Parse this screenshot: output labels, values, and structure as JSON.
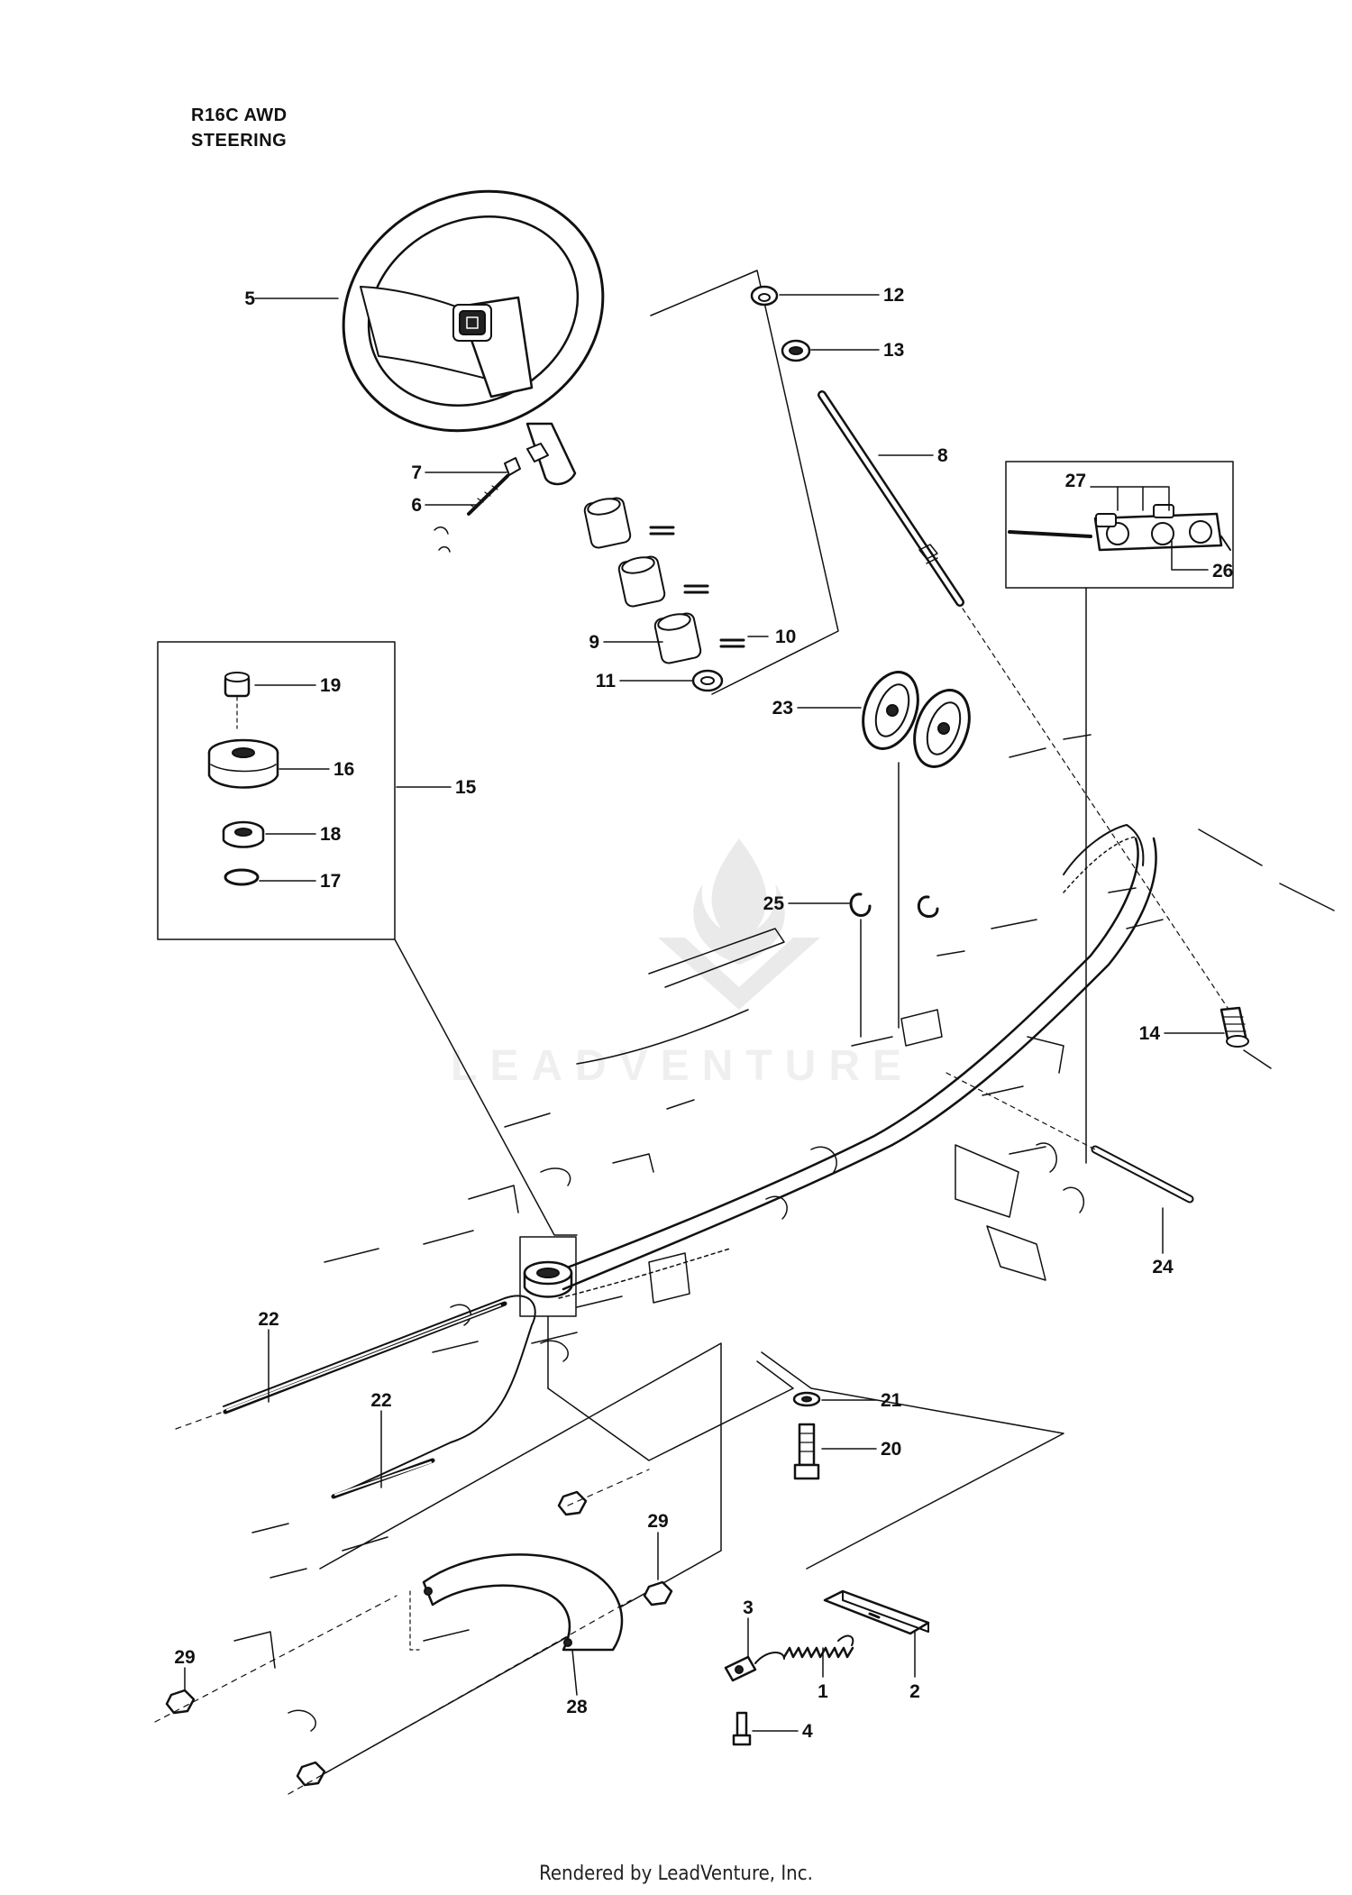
{
  "header": {
    "model": "R16C AWD",
    "section": "STEERING"
  },
  "footer": {
    "credit": "Rendered by LeadVenture, Inc."
  },
  "watermark": {
    "text": "LEADVENTURE"
  },
  "callouts": {
    "c1": "1",
    "c2": "2",
    "c3": "3",
    "c4": "4",
    "c5": "5",
    "c6": "6",
    "c7": "7",
    "c8": "8",
    "c9": "9",
    "c10": "10",
    "c11": "11",
    "c12": "12",
    "c13": "13",
    "c14": "14",
    "c15": "15",
    "c16": "16",
    "c17": "17",
    "c18": "18",
    "c19": "19",
    "c20": "20",
    "c21": "21",
    "c22a": "22",
    "c22b": "22",
    "c23": "23",
    "c24": "24",
    "c25": "25",
    "c26": "26",
    "c27": "27",
    "c28": "28",
    "c29a": "29",
    "c29b": "29"
  },
  "colors": {
    "ink": "#111111",
    "background": "#ffffff"
  }
}
